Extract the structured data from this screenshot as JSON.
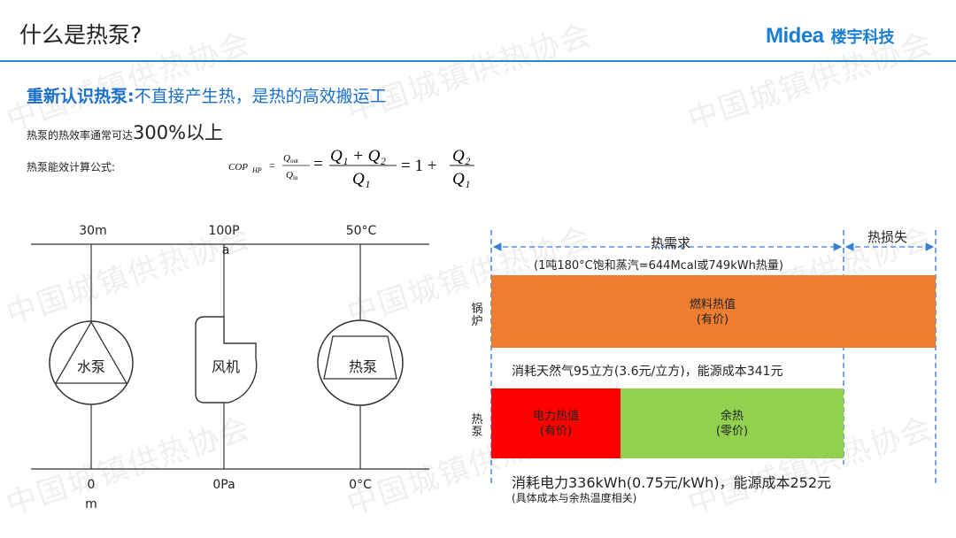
{
  "header": {
    "title": "什么是热泵?",
    "brand_mark": "Midea",
    "brand_cn": "楼宇科技"
  },
  "subhead": {
    "bold": "重新认识热泵:",
    "normal": "不直接产生热，是热的高效搬运工"
  },
  "efficiency": {
    "prefix": "热泵的热效率通常可达",
    "value": "300%以上"
  },
  "cop_formula": {
    "label": "热泵能效计算公式:",
    "lhs": "COP",
    "lhs_sub": "HP",
    "q_out": "Q",
    "q_out_sub": "out",
    "q_in": "Q",
    "q_in_sub": "in",
    "num1": "Q₁ + Q₂",
    "den1": "Q₁",
    "one_plus": "= 1 +",
    "num2": "Q₂",
    "den2": "Q₁"
  },
  "diagram": {
    "top_labels": [
      "30m",
      "100P",
      "a",
      "50°C"
    ],
    "bottom_labels": [
      "0",
      "m",
      "0Pa",
      "0°C"
    ],
    "devices": [
      "水泵",
      "风机",
      "热泵"
    ]
  },
  "energy_chart": {
    "heat_demand_label": "热需求",
    "heat_loss_label": "热损失",
    "demand_note": "(1吨180°C饱和蒸汽=644Mcal或749kWh热量)",
    "boiler_label": "锅炉",
    "boiler_bar": {
      "line1": "燃料热值",
      "line2": "(有价)",
      "color": "#ed7d31"
    },
    "boiler_cost": "消耗天然气95立方(3.6元/立方)，能源成本341元",
    "hp_label": "热泵",
    "hp_bar_paid": {
      "line1": "电力热值",
      "line2": "(有价)",
      "color": "#ff0000"
    },
    "hp_bar_free": {
      "line1": "余热",
      "line2": "(零价)",
      "color": "#92d050"
    },
    "hp_cost": "消耗电力336kWh(0.75元/kWh)，能源成本252元",
    "hp_note": "(具体成本与余热温度相关)"
  },
  "watermark": "中国城镇供热协会",
  "colors": {
    "accent": "#1a6fc8",
    "rule": "#2e86d6",
    "dash": "#3a7fd5"
  }
}
